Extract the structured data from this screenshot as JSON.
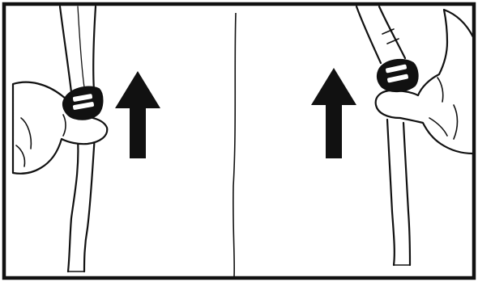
{
  "figure": {
    "panel_count": 2,
    "panels": [
      {
        "id": "left",
        "icon": "up-arrow-icon",
        "hand": "hand-from-left",
        "strap": "strap-with-buckle"
      },
      {
        "id": "right",
        "icon": "up-arrow-icon",
        "hand": "hand-from-right",
        "strap": "strap-with-buckle"
      }
    ]
  },
  "colors": {
    "ink": "#111111",
    "paper": "#ffffff"
  }
}
